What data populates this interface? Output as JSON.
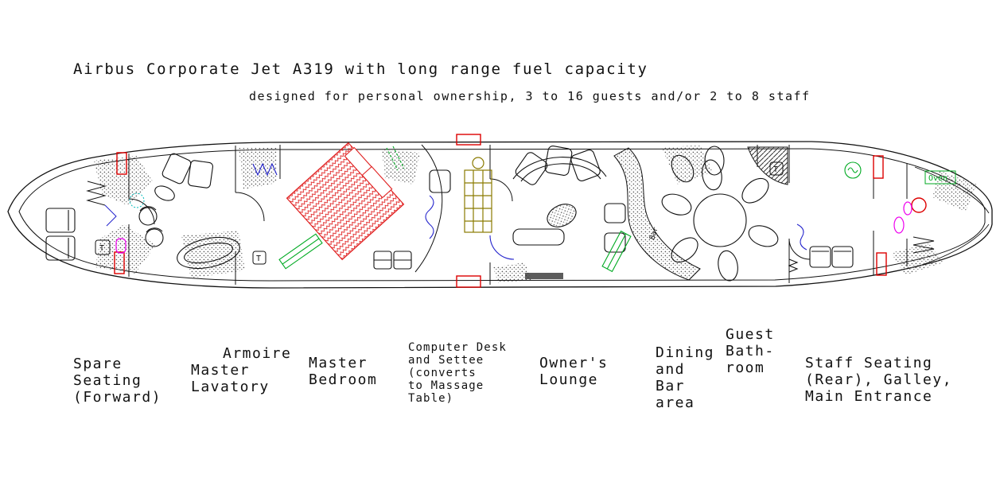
{
  "title": "Airbus Corporate Jet A319 with long range fuel capacity",
  "subtitle": "designed for personal ownership, 3 to 16 guests and/or 2 to 8 staff",
  "plan": {
    "inline_labels": {
      "oven": "Oven",
      "bar": "Bar",
      "toilet": "T"
    },
    "colors": {
      "line_black": "#111111",
      "door_red": "#dd0000",
      "bed_red": "#e02020",
      "accent_green": "#00aa22",
      "curtain_blue": "#2222cc",
      "desk_olive": "#8a7a00",
      "fixture_magenta": "#ee00ee",
      "marker_cyan": "#00bbbb"
    }
  },
  "area_labels": [
    {
      "id": "spare-seating-forward",
      "lines": [
        "Spare",
        "Seating",
        "(Forward)"
      ]
    },
    {
      "id": "armoire-master-lavatory",
      "lines": [
        "Armoire",
        "Master",
        "Lavatory"
      ]
    },
    {
      "id": "master-bedroom",
      "lines": [
        "Master",
        "Bedroom"
      ]
    },
    {
      "id": "computer-desk-settee",
      "lines": [
        "Computer Desk",
        "and Settee",
        "(converts",
        "to Massage",
        "Table)"
      ]
    },
    {
      "id": "owners-lounge",
      "lines": [
        "Owner's",
        "Lounge"
      ]
    },
    {
      "id": "dining-bar-area",
      "lines": [
        "Dining",
        "and",
        "Bar",
        "area"
      ]
    },
    {
      "id": "guest-bathroom",
      "lines": [
        "Guest",
        "Bath-",
        "room"
      ]
    },
    {
      "id": "staff-seating-galley",
      "lines": [
        "Staff Seating",
        "(Rear), Galley,",
        "Main Entrance"
      ]
    }
  ]
}
